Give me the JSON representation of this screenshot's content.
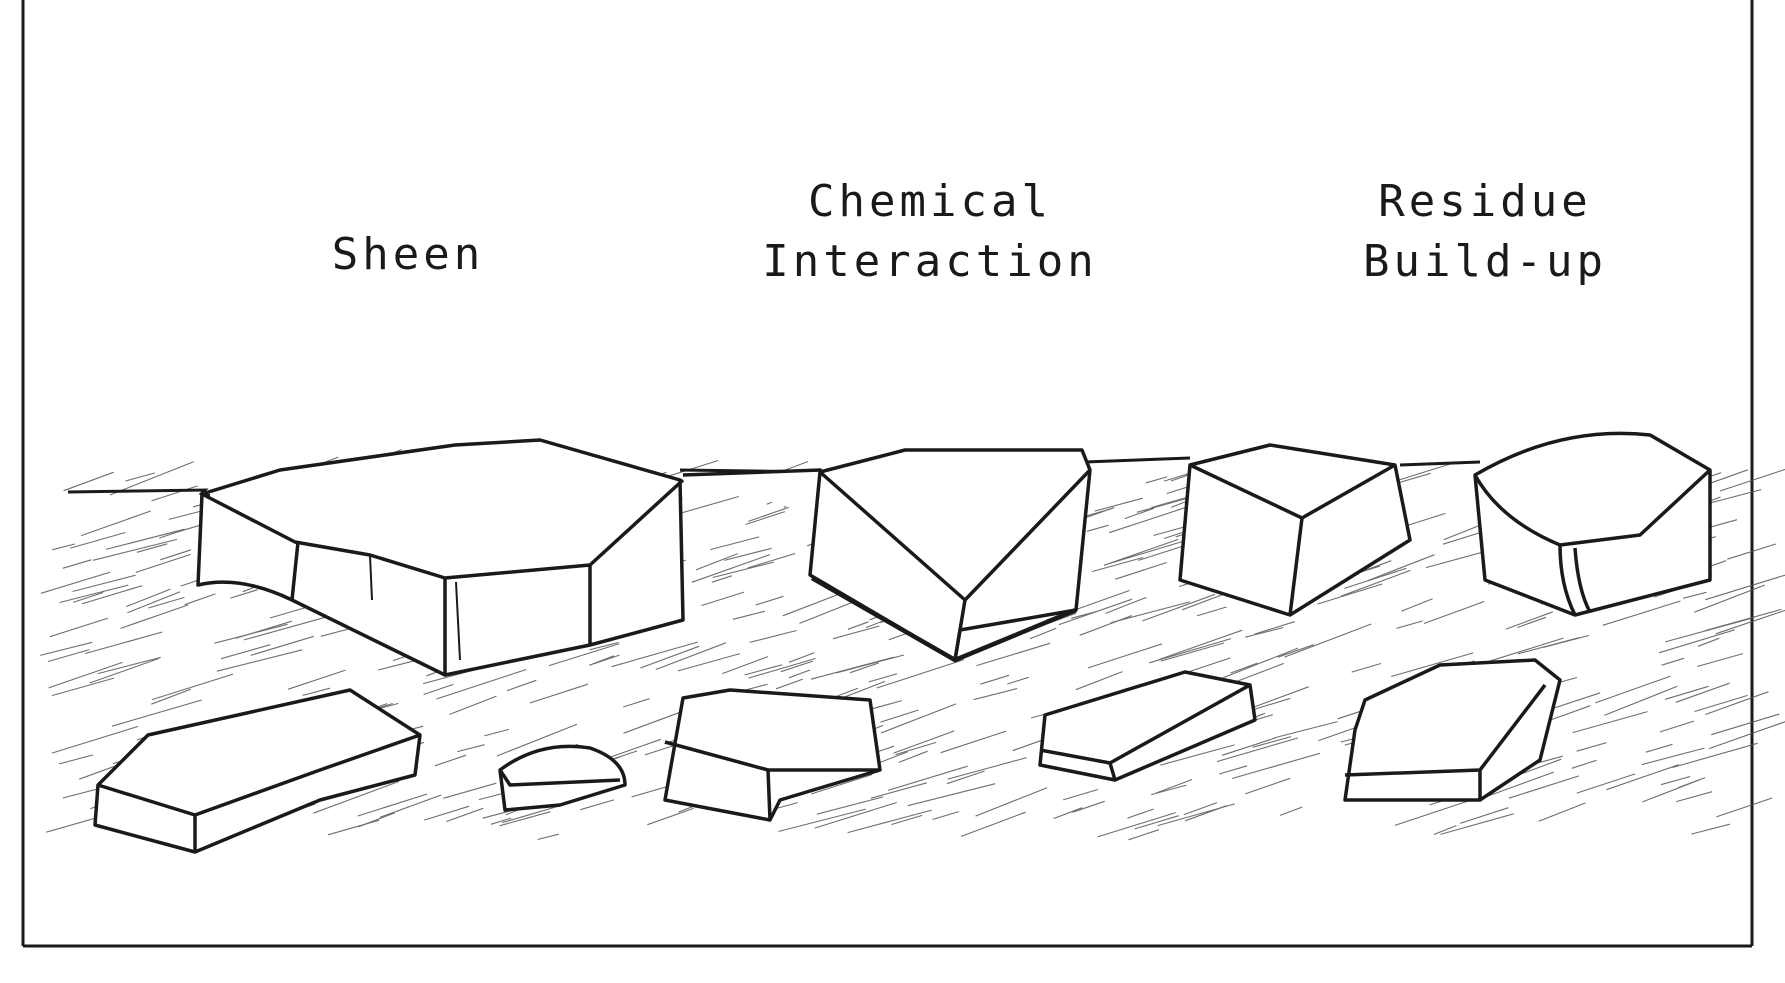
{
  "labels": {
    "sheen": [
      "Sheen"
    ],
    "chemical": [
      "Chemical",
      "Interaction"
    ],
    "residue": [
      "Residue",
      "Build-up"
    ]
  },
  "colors": {
    "ink": "#1a1a1a",
    "background": "#ffffff"
  }
}
